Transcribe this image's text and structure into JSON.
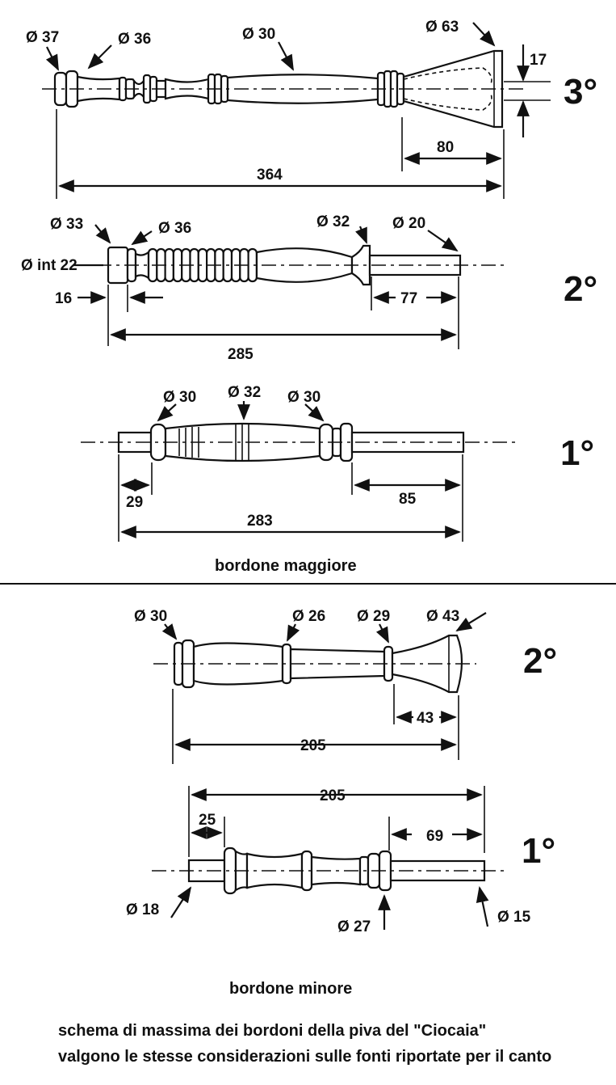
{
  "bordone_maggiore": {
    "caption": "bordone maggiore",
    "piece3": {
      "number": "3°",
      "diameters": [
        "Ø 37",
        "Ø 36",
        "Ø 30",
        "Ø 63"
      ],
      "inner_bore": "17",
      "bell_length": "80",
      "length": "364"
    },
    "piece2": {
      "number": "2°",
      "diameters": [
        "Ø 33",
        "Ø 36",
        "Ø 32",
        "Ø 20"
      ],
      "inner_diameter": "Ø int 22",
      "socket": "16",
      "tenon": "77",
      "length": "285"
    },
    "piece1": {
      "number": "1°",
      "diameters": [
        "Ø 30",
        "Ø 32",
        "Ø 30"
      ],
      "left_tenon": "29",
      "right_tenon": "85",
      "length": "283"
    }
  },
  "bordone_minore": {
    "caption": "bordone minore",
    "piece2": {
      "number": "2°",
      "diameters": [
        "Ø 30",
        "Ø 26",
        "Ø 29",
        "Ø 43"
      ],
      "bell_length": "43",
      "length": "205"
    },
    "piece1": {
      "number": "1°",
      "length": "205",
      "left_tenon": "25",
      "right_tenon": "69",
      "diameters": [
        "Ø 18",
        "Ø 27",
        "Ø 15"
      ]
    }
  },
  "notes": [
    "schema di massima dei bordoni della piva del \"Ciocaia\"",
    "valgono le stesse considerazioni sulle fonti riportate per il canto"
  ]
}
